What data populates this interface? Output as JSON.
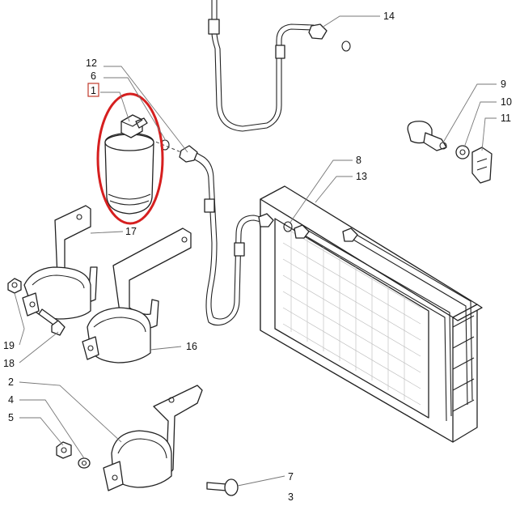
{
  "diagram": {
    "callouts": [
      "12",
      "6",
      "1",
      "17",
      "19",
      "18",
      "16",
      "2",
      "4",
      "5",
      "7",
      "3",
      "14",
      "9",
      "10",
      "11",
      "8",
      "13"
    ],
    "colors": {
      "highlight": "#d61f1f",
      "selected_box": "#c0392b",
      "line": "#222222",
      "leader": "#777777"
    }
  }
}
